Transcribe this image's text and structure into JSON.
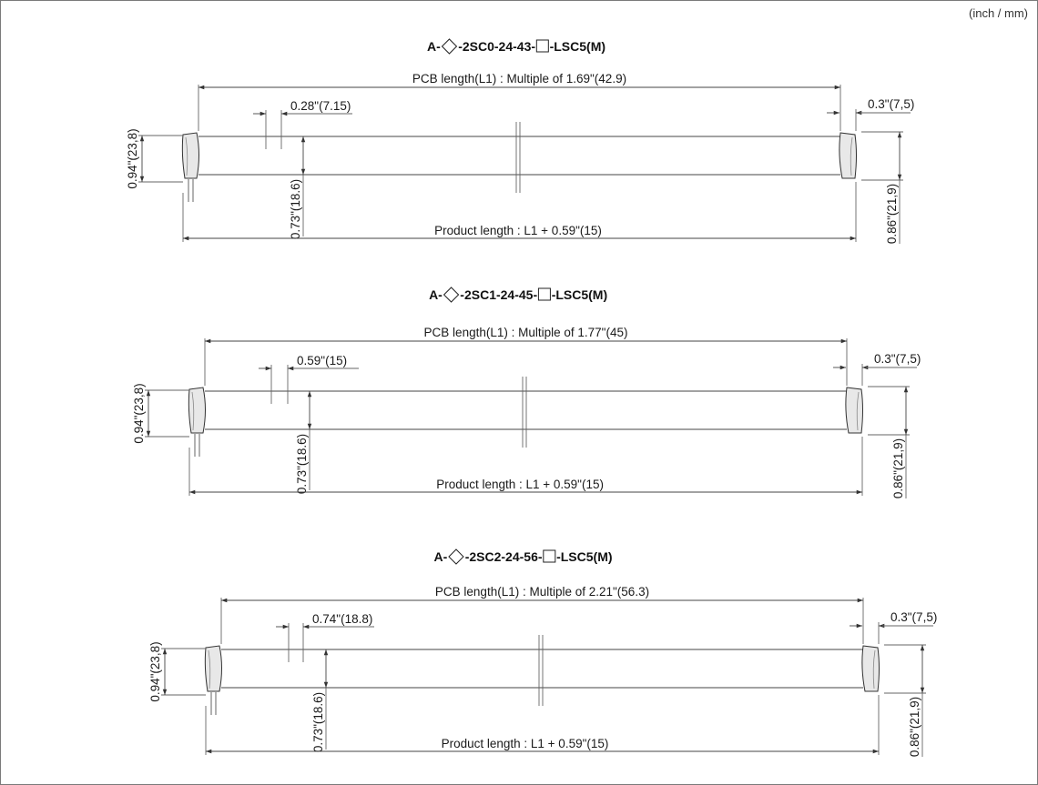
{
  "units": "(inch / mm)",
  "drawings": [
    {
      "title_prefix": "A-",
      "title_middle": "-2SC0-24-43-",
      "title_suffix": "-LSC5(M)",
      "pcb_length": "PCB length(L1) : Multiple of 1.69\"(42.9)",
      "led_pitch": "0.28\"(7.15)",
      "end_offset": "0.3\"(7,5)",
      "height_left": "0.94\"(23,8)",
      "body_height": "0.73\"(18.6)",
      "height_right": "0.86\"(21,9)",
      "product_length": "Product length : L1 + 0.59\"(15)"
    },
    {
      "title_prefix": "A-",
      "title_middle": "-2SC1-24-45-",
      "title_suffix": "-LSC5(M)",
      "pcb_length": "PCB length(L1) : Multiple of 1.77\"(45)",
      "led_pitch": "0.59\"(15)",
      "end_offset": "0.3\"(7,5)",
      "height_left": "0.94\"(23,8)",
      "body_height": "0.73\"(18.6)",
      "height_right": "0.86\"(21,9)",
      "product_length": "Product length : L1 + 0.59\"(15)"
    },
    {
      "title_prefix": "A-",
      "title_middle": "-2SC2-24-56-",
      "title_suffix": "-LSC5(M)",
      "pcb_length": "PCB length(L1) : Multiple of 2.21\"(56.3)",
      "led_pitch": "0.74\"(18.8)",
      "end_offset": "0.3\"(7,5)",
      "height_left": "0.94\"(23,8)",
      "body_height": "0.73\"(18.6)",
      "height_right": "0.86\"(21,9)",
      "product_length": "Product length : L1 + 0.59\"(15)"
    }
  ]
}
